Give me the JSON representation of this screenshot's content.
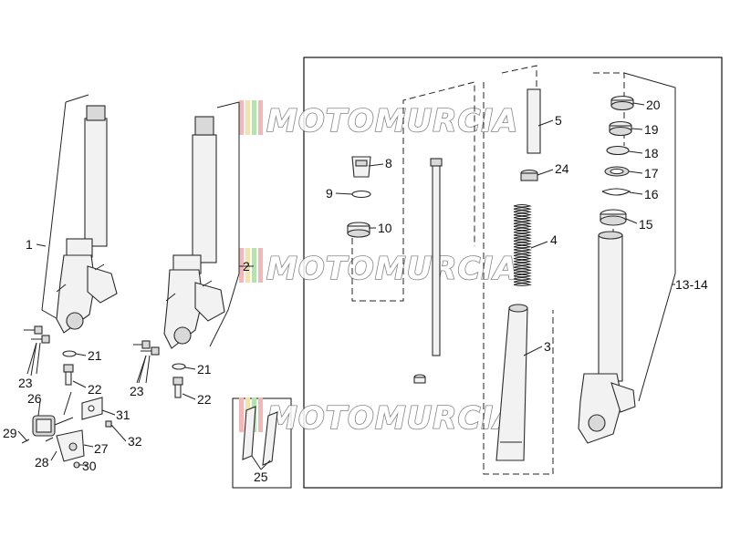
{
  "watermark": {
    "text": "MOTOMURCIA",
    "stripe_colors": [
      "#f2b8b8",
      "#f5e3a0",
      "#b9e0b0"
    ]
  },
  "callouts": {
    "c1": "1",
    "c2": "2",
    "c3": "3",
    "c4": "4",
    "c5": "5",
    "c8": "8",
    "c9": "9",
    "c10": "10",
    "c13_14": "13-14",
    "c15": "15",
    "c16": "16",
    "c17": "17",
    "c18": "18",
    "c19": "19",
    "c20": "20",
    "c21a": "21",
    "c21b": "21",
    "c22a": "22",
    "c22b": "22",
    "c23a": "23",
    "c23b": "23",
    "c24": "24",
    "c25": "25",
    "c26": "26",
    "c27": "27",
    "c28": "28",
    "c29": "29",
    "c30": "30",
    "c31": "31",
    "c32": "32"
  }
}
